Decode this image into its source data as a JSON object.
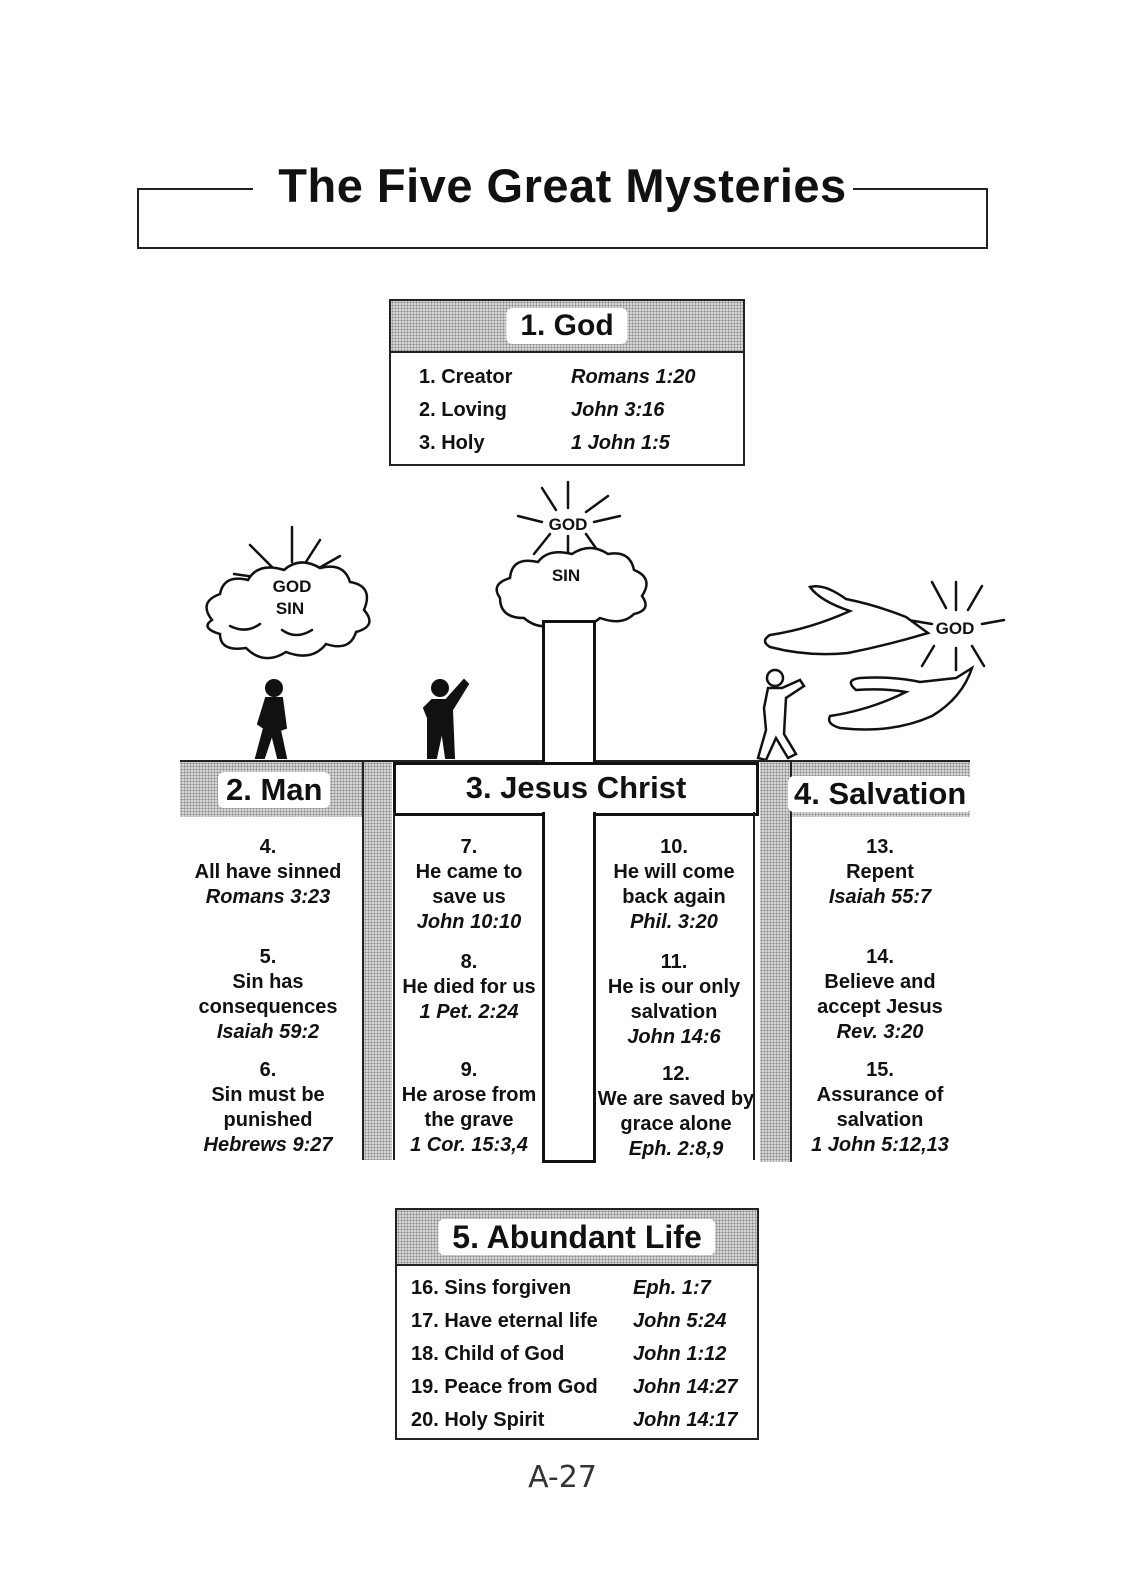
{
  "title": "The Five Great Mysteries",
  "god": {
    "heading": "1. God",
    "items": [
      {
        "text": "1. Creator",
        "ref": "Romans 1:20"
      },
      {
        "text": "2. Loving",
        "ref": "John 3:16"
      },
      {
        "text": "3. Holy",
        "ref": "1 John 1:5"
      }
    ]
  },
  "illustration": {
    "god_label": "GOD",
    "sin_label": "SIN"
  },
  "man": {
    "heading": "2. Man",
    "points": [
      {
        "num": "4.",
        "text": "All have sinned",
        "ref": "Romans 3:23"
      },
      {
        "num": "5.",
        "text": "Sin has consequences",
        "ref": "Isaiah 59:2"
      },
      {
        "num": "6.",
        "text": "Sin must be punished",
        "ref": "Hebrews 9:27"
      }
    ]
  },
  "jesus": {
    "heading": "3. Jesus Christ",
    "left_points": [
      {
        "num": "7.",
        "text": "He came to save us",
        "ref": "John 10:10"
      },
      {
        "num": "8.",
        "text": "He died for us",
        "ref": "1 Pet. 2:24"
      },
      {
        "num": "9.",
        "text": "He arose from the grave",
        "ref": "1 Cor. 15:3,4"
      }
    ],
    "right_points": [
      {
        "num": "10.",
        "text": "He will come back again",
        "ref": "Phil. 3:20"
      },
      {
        "num": "11.",
        "text": "He is our only salvation",
        "ref": "John 14:6"
      },
      {
        "num": "12.",
        "text": "We are saved by grace alone",
        "ref": "Eph. 2:8,9"
      }
    ]
  },
  "salvation": {
    "heading": "4. Salvation",
    "points": [
      {
        "num": "13.",
        "text": "Repent",
        "ref": "Isaiah 55:7"
      },
      {
        "num": "14.",
        "text": "Believe and accept Jesus",
        "ref": "Rev. 3:20"
      },
      {
        "num": "15.",
        "text": "Assurance of salvation",
        "ref": "1 John 5:12,13"
      }
    ]
  },
  "abundant_life": {
    "heading": "5. Abundant Life",
    "items": [
      {
        "text": "16. Sins forgiven",
        "ref": "Eph. 1:7"
      },
      {
        "text": "17. Have eternal life",
        "ref": "John 5:24"
      },
      {
        "text": "18. Child of God",
        "ref": "John 1:12"
      },
      {
        "text": "19. Peace from God",
        "ref": "John 14:27"
      },
      {
        "text": "20. Holy Spirit",
        "ref": "John 14:17"
      }
    ]
  },
  "page_number": "A-27"
}
